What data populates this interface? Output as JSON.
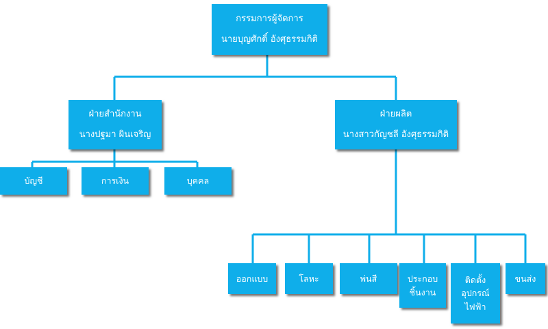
{
  "colors": {
    "box": "#0faeea",
    "line": "#0faeea",
    "text": "#ffffff"
  },
  "director": {
    "title": "กรรมการผู้จัดการ",
    "name": "นายบุญศักดิ์ อังศุธรรมกิติ"
  },
  "office": {
    "title": "ฝ่ายสำนักงาน",
    "name": "นางปฐมา ผินเจริญ",
    "units": [
      "บัญชี",
      "การเงิน",
      "บุคคล"
    ]
  },
  "production": {
    "title": "ฝ่ายผลิต",
    "name": "นางสาวกัญชลี อังศุธรรมกิติ",
    "units": [
      {
        "lines": [
          "ออกแบบ"
        ]
      },
      {
        "lines": [
          "โลหะ"
        ]
      },
      {
        "lines": [
          "พ่นสี"
        ]
      },
      {
        "lines": [
          "ประกอบ",
          "ชิ้นงาน"
        ]
      },
      {
        "lines": [
          "ติดตั้ง",
          "อุปกรณ์",
          "ไฟฟ้า"
        ]
      },
      {
        "lines": [
          "ขนส่ง"
        ]
      }
    ]
  }
}
